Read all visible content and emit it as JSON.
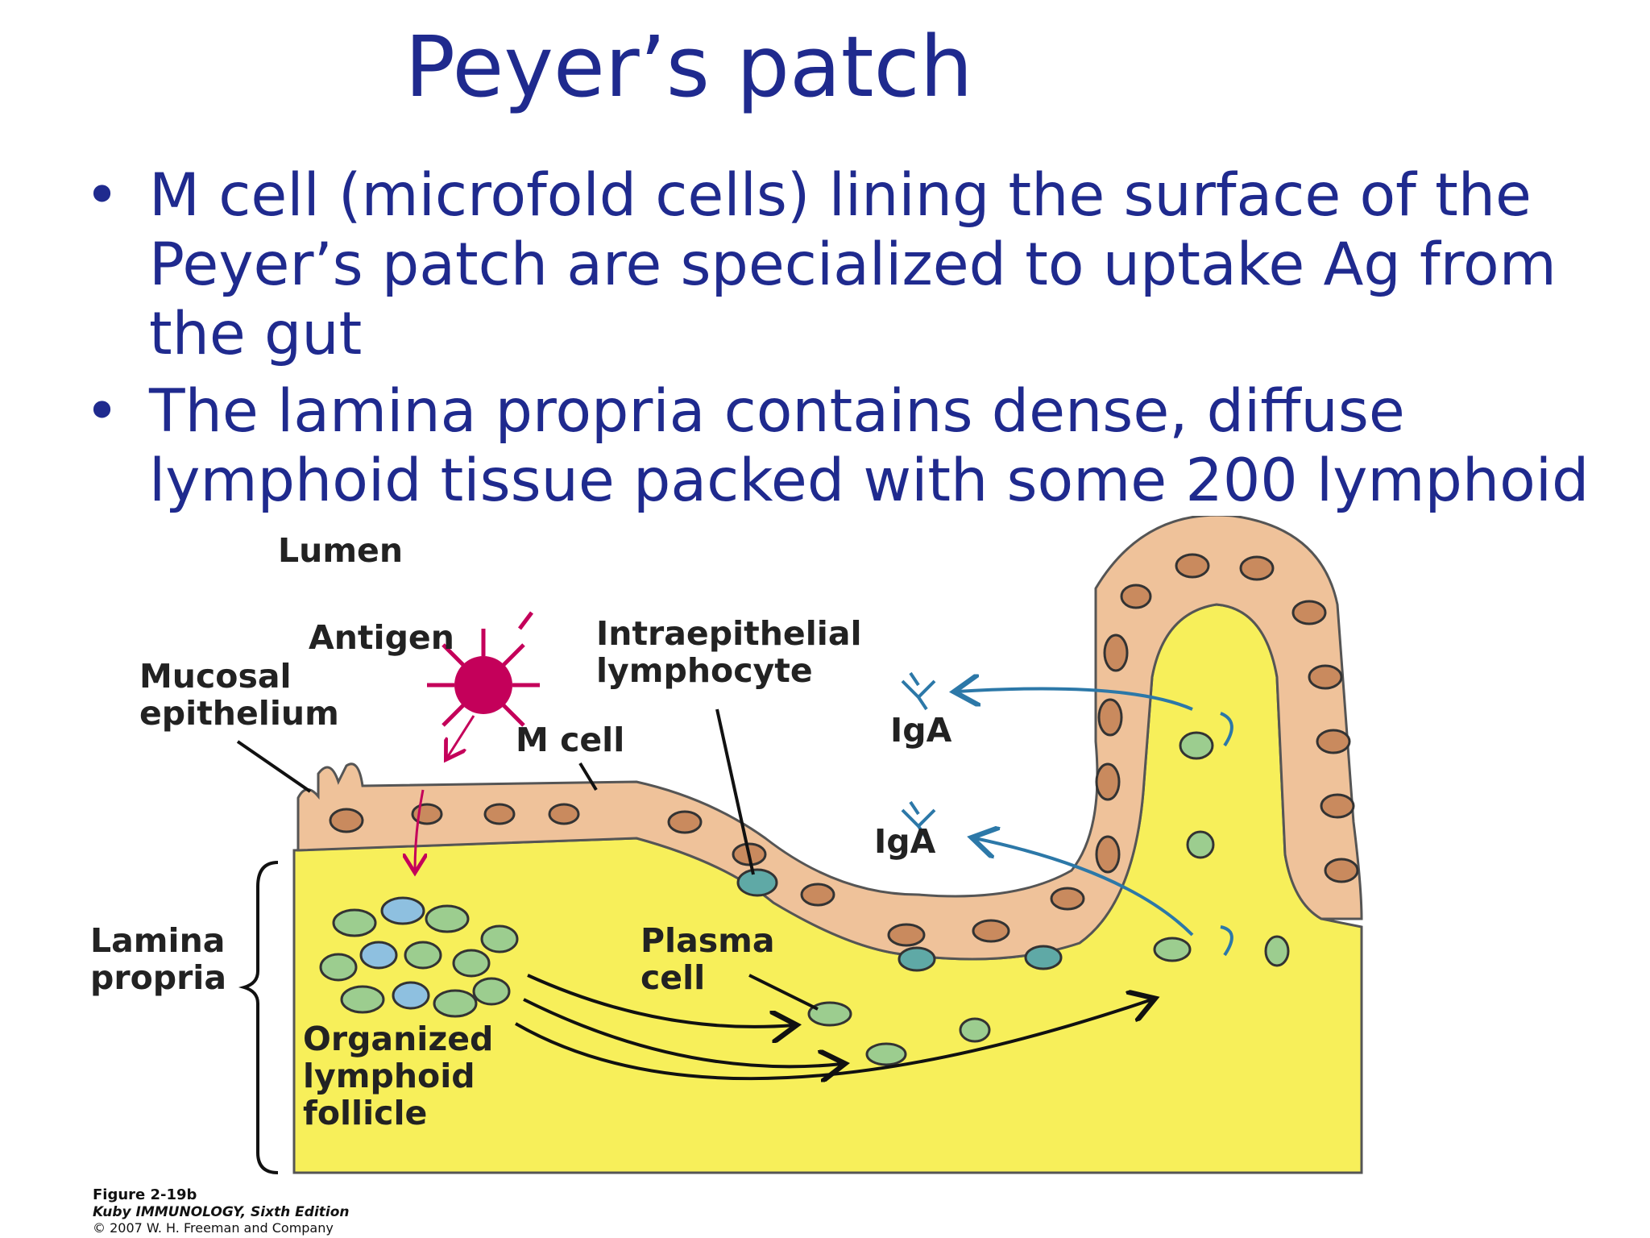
{
  "slide": {
    "title": "Peyer’s patch",
    "bullets": [
      "M cell (microfold cells) lining the surface of the Peyer’s patch are specialized to uptake Ag from the gut",
      "The lamina propria contains dense, diffuse lymphoid tissue packed with some 200 lymphoid"
    ],
    "bullet_symbol": "•"
  },
  "figure": {
    "labels": {
      "lumen": "Lumen",
      "antigen": "Antigen",
      "mucosal_1": "Mucosal",
      "mucosal_2": "epithelium",
      "intra_1": "Intraepithelial",
      "intra_2": "lymphocyte",
      "mcell": "M cell",
      "iga_top": "IgA",
      "iga_mid": "IgA",
      "lamina_1": "Lamina",
      "lamina_2": "propria",
      "plasma_1": "Plasma",
      "plasma_2": "cell",
      "follicle_1": "Organized",
      "follicle_2": "lymphoid",
      "follicle_3": "follicle"
    },
    "caption": {
      "figure_no": "Figure 2-19b",
      "book": "Kuby IMMUNOLOGY, Sixth Edition",
      "copyright": "© 2007 W. H. Freeman and Company"
    },
    "colors": {
      "title_text": "#1f2a8e",
      "lamina_fill": "#f7ef5a",
      "epithelium": "#efc29a",
      "nucleus": "#c98a5e",
      "antigen": "#c4005a",
      "iga": "#2c78a8",
      "follicle_cell": "#9ccd8f",
      "lymphocyte_blue": "#8ec0e0"
    }
  }
}
